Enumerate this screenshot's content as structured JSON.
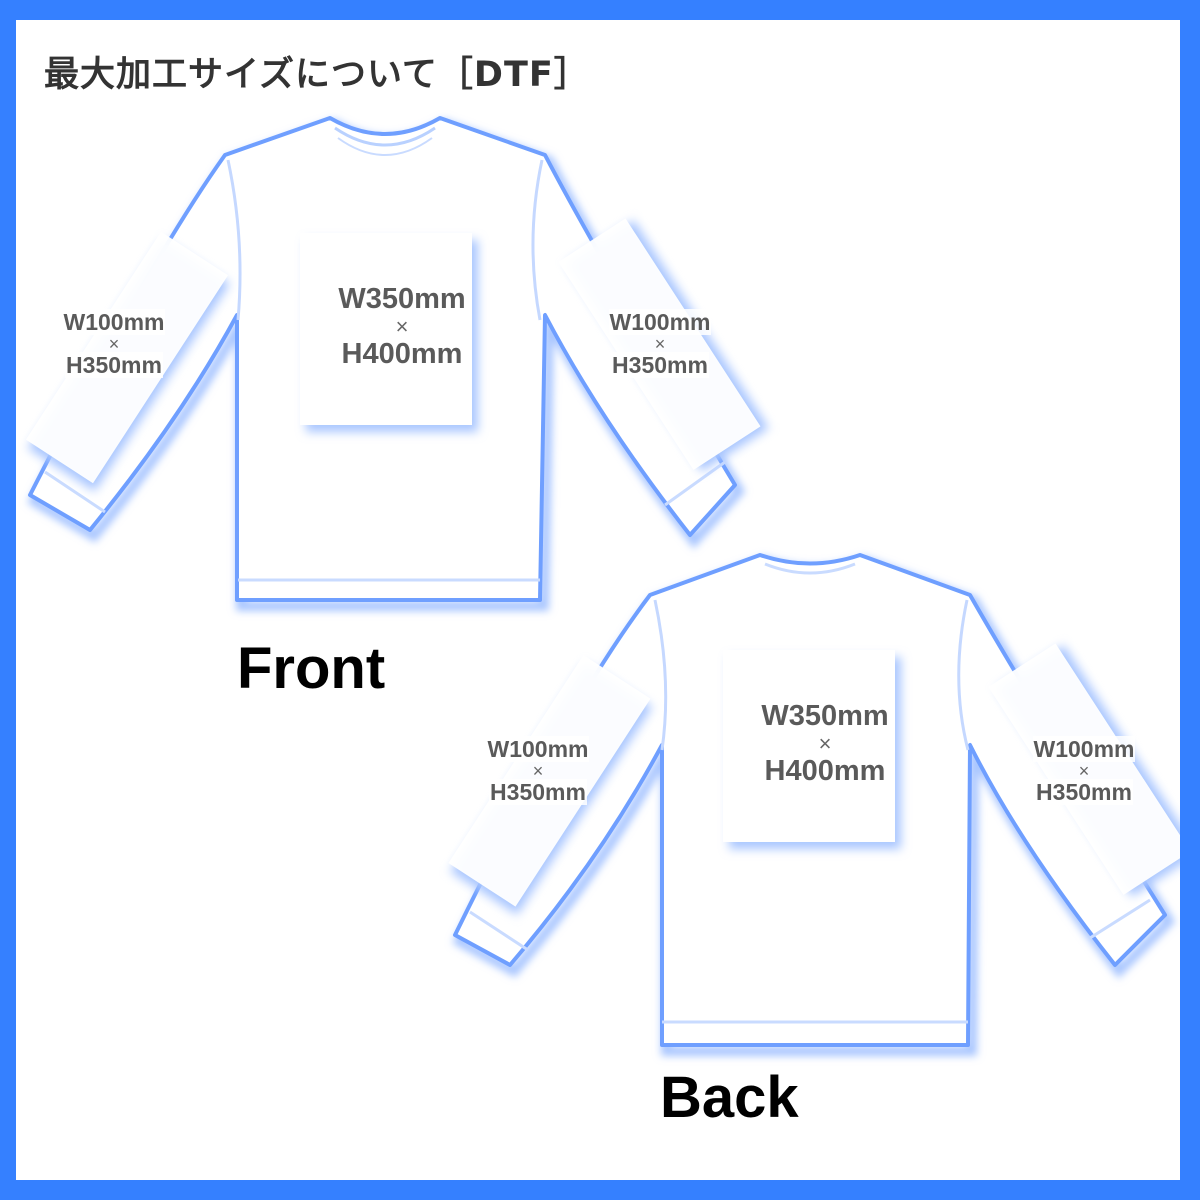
{
  "title": "最大加工サイズについて［DTF］",
  "colors": {
    "border": "#3580ff",
    "outline": "#6f9fff",
    "shadow": "#a9c6ff"
  },
  "views": [
    {
      "name": "Front",
      "chest": {
        "w": "W350mm",
        "x": "×",
        "h": "H400mm"
      },
      "left_sleeve": {
        "w": "W100mm",
        "x": "×",
        "h": "H350mm"
      },
      "right_sleeve": {
        "w": "W100mm",
        "x": "×",
        "h": "H350mm"
      }
    },
    {
      "name": "Back",
      "chest": {
        "w": "W350mm",
        "x": "×",
        "h": "H400mm"
      },
      "left_sleeve": {
        "w": "W100mm",
        "x": "×",
        "h": "H350mm"
      },
      "right_sleeve": {
        "w": "W100mm",
        "x": "×",
        "h": "H350mm"
      }
    }
  ]
}
